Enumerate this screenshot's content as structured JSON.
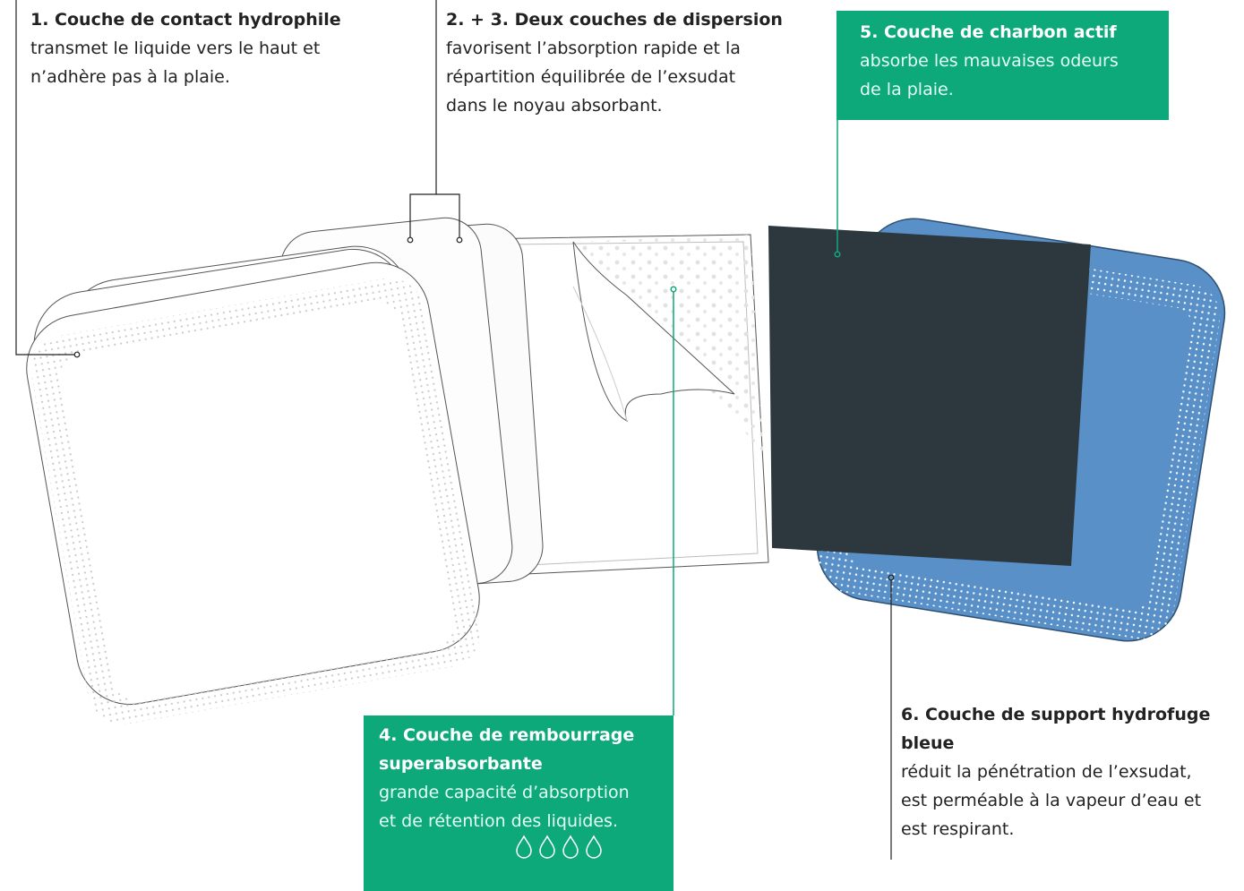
{
  "labels": {
    "layer1": {
      "title": "1. Couche de contact hydrophile",
      "lines": [
        "transmet le liquide vers le haut et",
        "n’adhère pas à la plaie."
      ]
    },
    "layer23": {
      "title": "2. + 3. Deux couches de dispersion",
      "lines": [
        "favorisent l’absorption rapide et la",
        "répartition équilibrée de l’exsudat",
        "dans le noyau absorbant."
      ]
    },
    "layer4": {
      "title_lines": [
        "4. Couche de rembourrage",
        "superabsorbante"
      ],
      "lines": [
        "grande capacité d’absorption",
        "et de rétention des liquides."
      ],
      "drop_icon": "water-drop-outline",
      "drop_count": 4
    },
    "layer5": {
      "title": "5. Couche de charbon actif",
      "lines": [
        "absorbe les mauvaises odeurs",
        "de la plaie."
      ]
    },
    "layer6": {
      "title_lines": [
        "6. Couche de support hydrofuge",
        "bleue"
      ],
      "lines": [
        "réduit la pénétration de l’exsudat,",
        "est perméable à la vapeur d’eau et",
        "est respirant."
      ]
    }
  },
  "colors": {
    "accent_green": "#0ea97a",
    "charcoal_layer": "#2c383e",
    "blue_backing": "#5a90c8",
    "pad_white": "#ffffff",
    "leader_line": "#222222"
  }
}
